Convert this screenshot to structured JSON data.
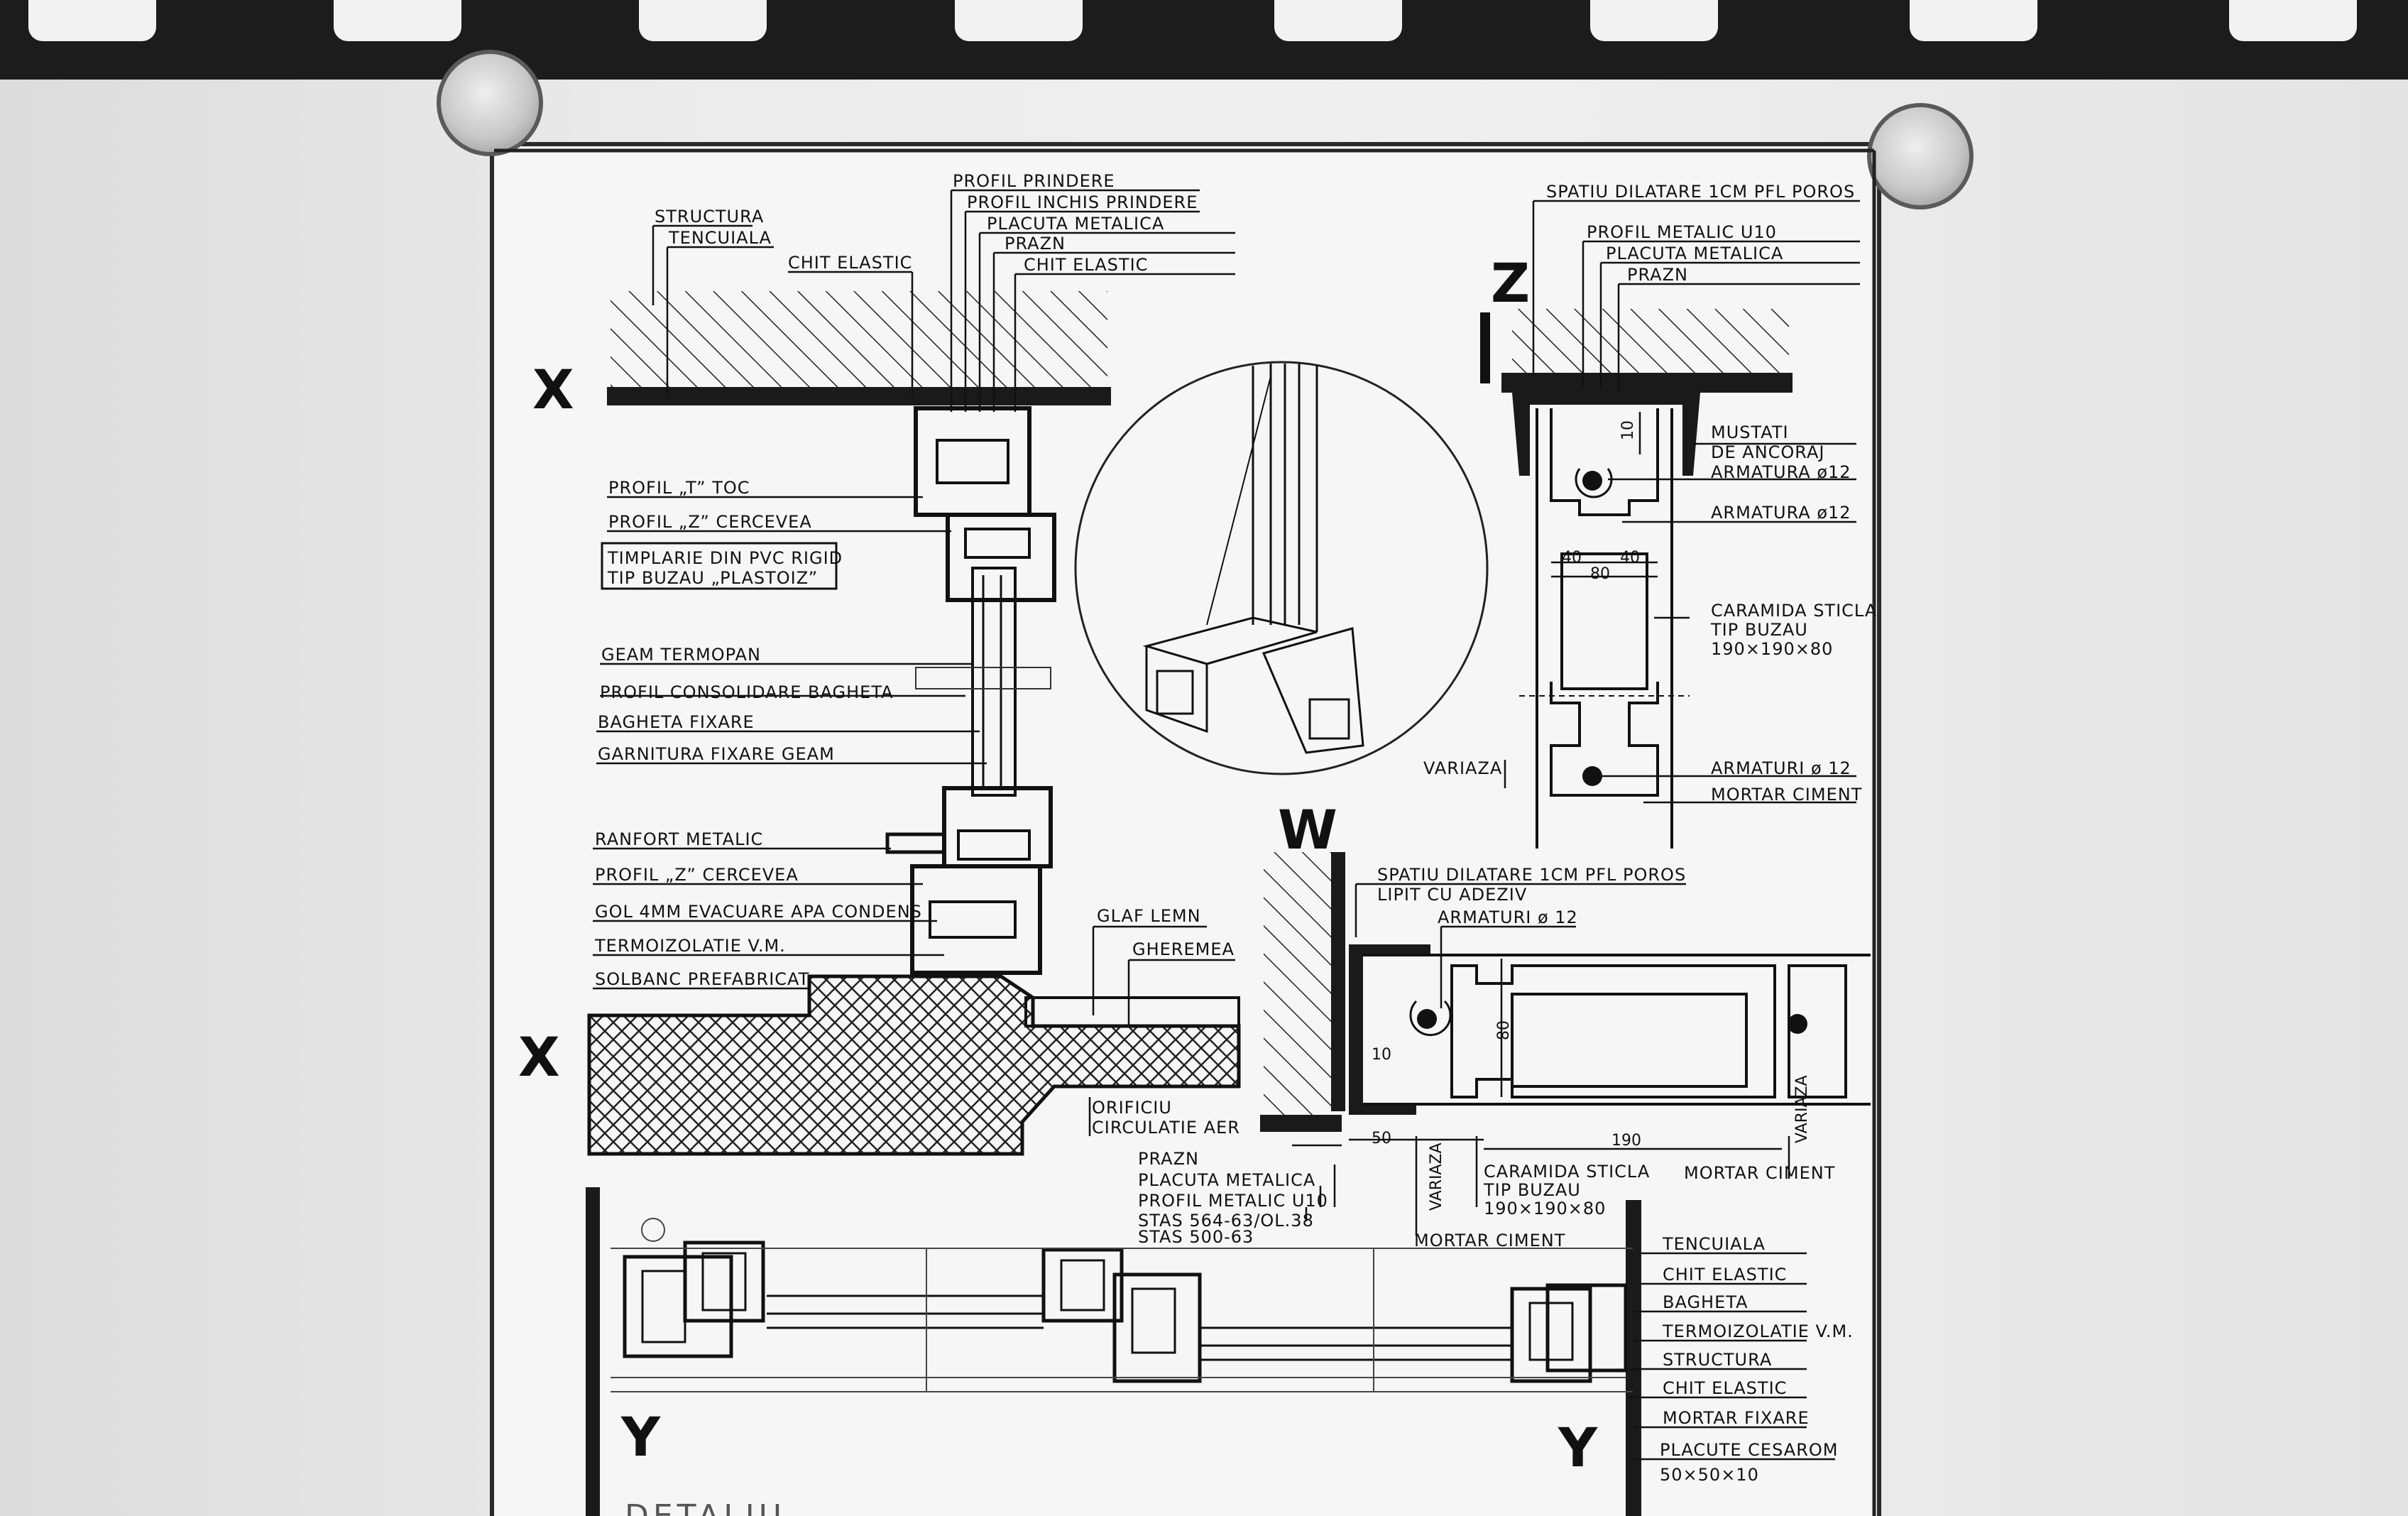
{
  "section_marks": {
    "x_top": "X",
    "x_bottom": "X",
    "z": "Z",
    "w": "W",
    "y_left": "Y",
    "y_right": "Y"
  },
  "detail_x": {
    "top_labels": [
      "STRUCTURA",
      "TENCUIALA",
      "CHIT ELASTIC"
    ],
    "right_top_labels": [
      "PROFIL PRINDERE",
      "PROFIL INCHIS PRINDERE",
      "PLACUTA METALICA",
      "PRAZN",
      "CHIT ELASTIC"
    ],
    "left_labels": [
      "PROFIL „T” TOC",
      "PROFIL „Z” CERCEVEA"
    ],
    "box_label": [
      "TIMPLARIE DIN PVC RIGID",
      "TIP BUZAU „PLASTOIZ”"
    ],
    "mid_labels": [
      "GEAM TERMOPAN",
      "PROFIL CONSOLIDARE BAGHETA",
      "BAGHETA FIXARE",
      "GARNITURA FIXARE GEAM"
    ],
    "low_labels": [
      "RANFORT METALIC",
      "PROFIL „Z” CERCEVEA",
      "GOL 4MM EVACUARE APA CONDENS",
      "TERMOIZOLATIE V.M.",
      "SOLBANC PREFABRICAT"
    ],
    "sill_labels": [
      "GLAF LEMN",
      "GHEREMEA"
    ],
    "orifice_label": [
      "ORIFICIU",
      "CIRCULATIE AER"
    ]
  },
  "detail_z": {
    "top_labels": [
      "SPATIU DILATARE 1CM PFL POROS",
      "PROFIL METALIC U10",
      "PLACUTA METALICA",
      "PRAZN"
    ],
    "right_labels": [
      "MUSTATI",
      "DE ANCORAJ",
      "ARMATURA ø12",
      "ARMATURA ø12",
      "CARAMIDA STICLA",
      "TIP BUZAU",
      "190×190×80",
      "ARMATURI ø 12",
      "MORTAR CIMENT"
    ],
    "variaza": "VARIAZA",
    "dims": [
      "10",
      "40",
      "40",
      "80"
    ]
  },
  "detail_w": {
    "top_labels": [
      "SPATIU DILATARE 1CM PFL POROS",
      "LIPIT CU ADEZIV",
      "ARMATURI ø 12"
    ],
    "dims": [
      "80",
      "10",
      "50",
      "190"
    ],
    "variaza_left": "VARIAZA",
    "variaza_right": "VARIAZA",
    "bottom_left_labels": [
      "PRAZN",
      "PLACUTA METALICA",
      "PROFIL METALIC U10",
      "STAS 564-63/OL.38",
      "STAS 500-63"
    ],
    "bottom_mid_labels": [
      "CARAMIDA STICLA",
      "TIP BUZAU",
      "190×190×80"
    ],
    "mortar_right": "MORTAR CIMENT",
    "mortar_bottom": "MORTAR CIMENT"
  },
  "detail_y": {
    "right_labels": [
      "TENCUIALA",
      "CHIT ELASTIC",
      "BAGHETA",
      "TERMOIZOLATIE V.M.",
      "STRUCTURA",
      "CHIT ELASTIC",
      "MORTAR FIXARE",
      "PLACUTE CESAROM",
      "50×50×10"
    ]
  },
  "footer_partial": "DETALIU"
}
